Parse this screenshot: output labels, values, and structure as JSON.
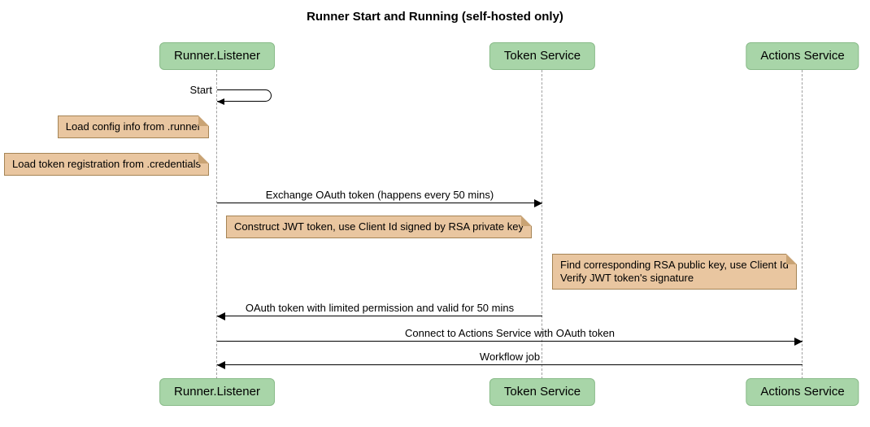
{
  "title": "Runner Start and Running (self-hosted only)",
  "participants": [
    {
      "id": "runner-listener",
      "label": "Runner.Listener"
    },
    {
      "id": "token-service",
      "label": "Token Service"
    },
    {
      "id": "actions-service",
      "label": "Actions Service"
    }
  ],
  "messages": {
    "start": {
      "label": "Start",
      "from": "Runner.Listener",
      "to": "Runner.Listener",
      "kind": "self"
    },
    "exchange": {
      "label": "Exchange OAuth token (happens every 50 mins)",
      "from": "Runner.Listener",
      "to": "Token Service",
      "direction": "right"
    },
    "oauth_return": {
      "label": "OAuth token with limited permission and valid for 50 mins",
      "from": "Token Service",
      "to": "Runner.Listener",
      "direction": "left"
    },
    "connect": {
      "label": "Connect to Actions Service with OAuth token",
      "from": "Runner.Listener",
      "to": "Actions Service",
      "direction": "right"
    },
    "workflow": {
      "label": "Workflow job",
      "from": "Actions Service",
      "to": "Runner.Listener",
      "direction": "left"
    }
  },
  "notes": {
    "load_config": {
      "text": "Load config info from .runner"
    },
    "load_token": {
      "text": "Load token registration from .credentials"
    },
    "construct_jwt": {
      "text": "Construct JWT token, use Client Id signed by RSA private key"
    },
    "verify_jwt": {
      "line1": "Find corresponding RSA public key, use Client Id",
      "line2": "Verify JWT token's signature"
    }
  },
  "colors": {
    "participant_fill": "#a8d5a8",
    "participant_border": "#89bb89",
    "note_fill": "#e9c6a0",
    "note_border": "#a58455",
    "lifeline": "#a0a0a0",
    "arrow": "#000000"
  }
}
